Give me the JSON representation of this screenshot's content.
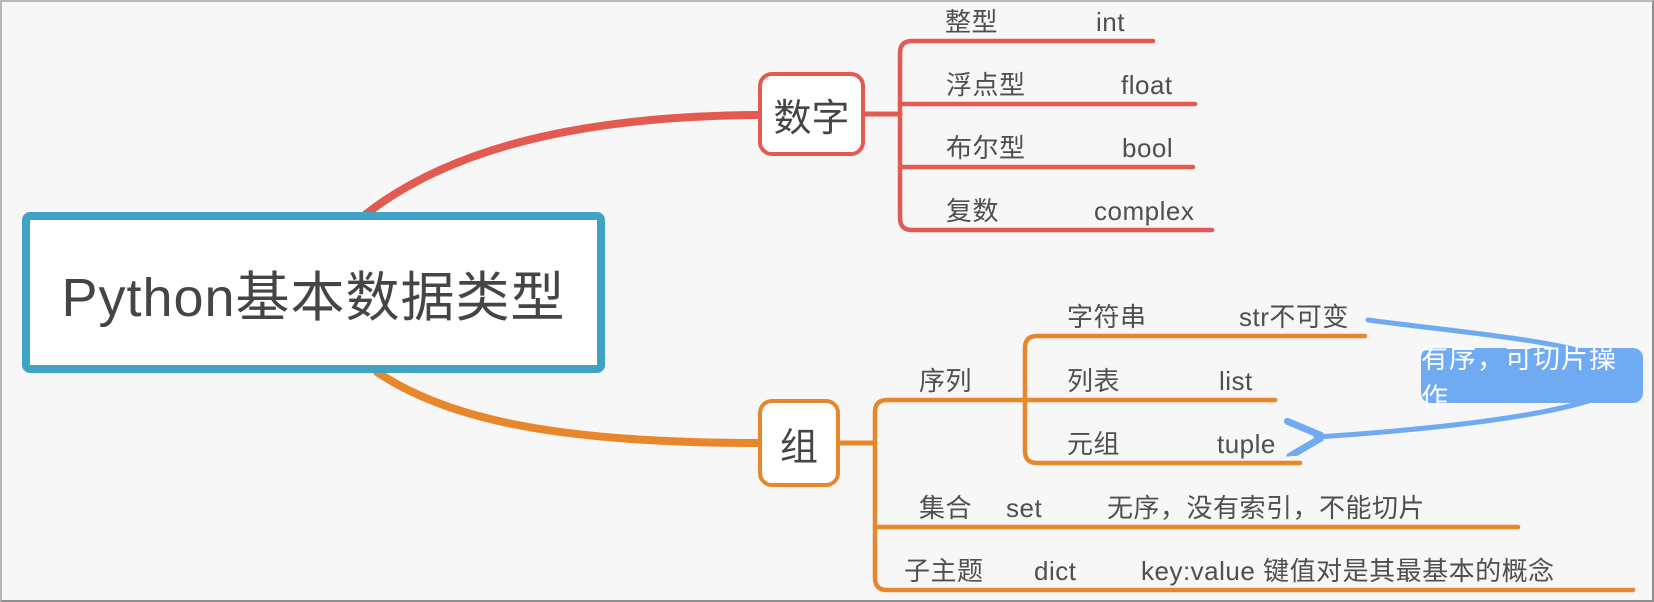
{
  "root": {
    "label": "Python基本数据类型"
  },
  "numbers": {
    "label": "数字",
    "color": "#e25a50",
    "rows": [
      {
        "label": "整型",
        "value": "int"
      },
      {
        "label": "浮点型",
        "value": "float"
      },
      {
        "label": "布尔型",
        "value": "bool"
      },
      {
        "label": "复数",
        "value": "complex"
      }
    ]
  },
  "group": {
    "label": "组",
    "color": "#e8862c",
    "sequence": {
      "label": "序列",
      "rows": [
        {
          "label": "字符串",
          "value": "str不可变"
        },
        {
          "label": "列表",
          "value": "list"
        },
        {
          "label": "元组",
          "value": "tuple"
        }
      ]
    },
    "set_row": {
      "label": "集合",
      "value": "set",
      "note": "无序，没有索引，不能切片"
    },
    "dict_row": {
      "label": "子主题",
      "value": "dict",
      "note": "key:value 键值对是其最基本的概念"
    }
  },
  "callout": {
    "label": "有序，可切片操作",
    "color": "#6faaf2"
  },
  "colors": {
    "root_border": "#3fa3c6",
    "numbers_branch": "#e25a50",
    "group_branch": "#e8862c",
    "relationship": "#6faaf2",
    "text": "#4f4f4f",
    "background": "#f7f7f7"
  }
}
